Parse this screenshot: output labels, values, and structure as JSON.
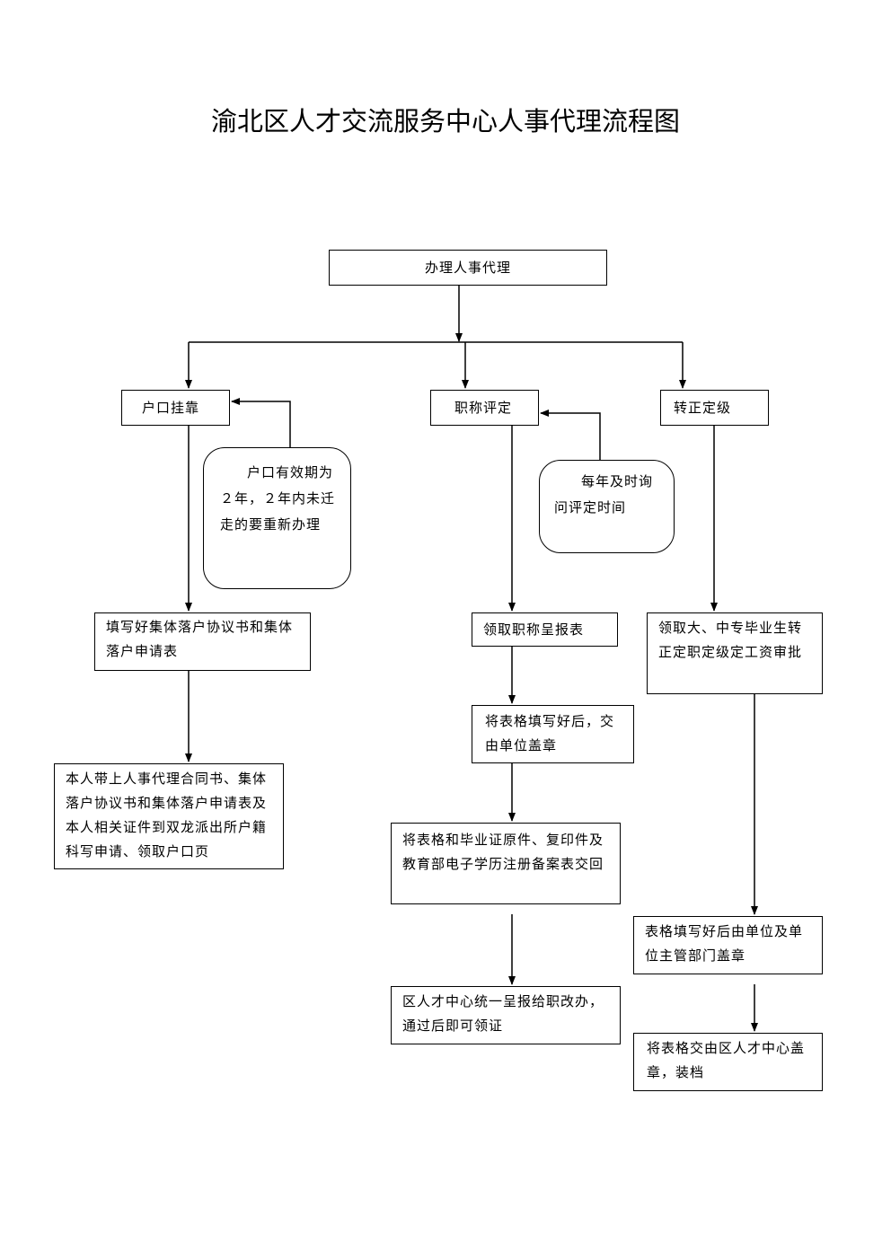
{
  "title": "渝北区人才交流服务中心人事代理流程图",
  "nodes": {
    "start": "办理人事代理",
    "hukou": "户口挂靠",
    "hukou_note": "户口有效期为２年，２年内未迁走的要重新办理",
    "hukou_step1": "填写好集体落户协议书和集体落户申请表",
    "hukou_step2": "本人带上人事代理合同书、集体落户协议书和集体落户申请表及本人相关证件到双龙派出所户籍科写申请、领取户口页",
    "title_eval": "职称评定",
    "title_note": "每年及时询问评定时间",
    "title_step1": "领取职称呈报表",
    "title_step2": "将表格填写好后，交由单位盖章",
    "title_step3": "将表格和毕业证原件、复印件及教育部电子学历注册备案表交回",
    "title_step4": "区人才中心统一呈报给职改办，通过后即可领证",
    "regular": "转正定级",
    "regular_step1": "领取大、中专毕业生转正定职定级定工资审批",
    "regular_step2": "表格填写好后由单位及单位主管部门盖章",
    "regular_step3": "将表格交由区人才中心盖章，装档"
  }
}
